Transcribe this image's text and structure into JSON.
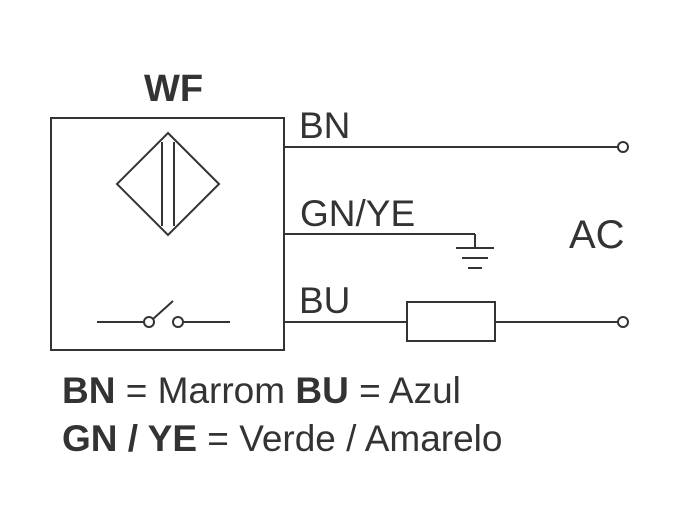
{
  "sensor": {
    "title": "WF"
  },
  "wires": {
    "bn": "BN",
    "gnye": "GN/YE",
    "bu": "BU"
  },
  "supply": {
    "label": "AC"
  },
  "legend": {
    "line1": {
      "code1": "BN",
      "eq1": " = Marrom ",
      "code2": "BU",
      "eq2": " = Azul"
    },
    "line2": {
      "code1": "GN / YE",
      "eq1": " = Verde / Amarelo"
    }
  },
  "colors": {
    "stroke": "#333333",
    "background": "#ffffff"
  }
}
